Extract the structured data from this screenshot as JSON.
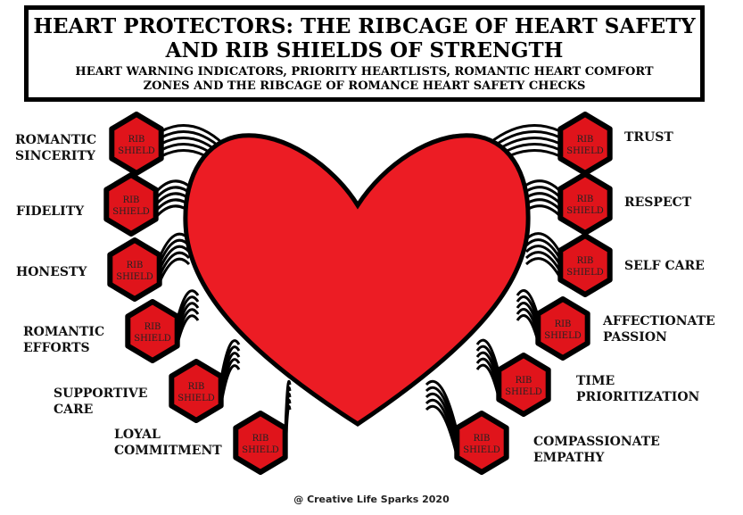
{
  "title": {
    "line1": "HEART PROTECTORS: THE RIBCAGE OF HEART SAFETY",
    "line2": "AND RIB SHIELDS OF STRENGTH",
    "sub1": "HEART WARNING INDICATORS, PRIORITY HEARTLISTS, ROMANTIC HEART COMFORT",
    "sub2": "ZONES AND THE RIBCAGE OF ROMANCE HEART SAFETY CHECKS"
  },
  "shield_text": {
    "line1": "RIB",
    "line2": "SHIELD"
  },
  "left_labels": [
    [
      "ROMANTIC",
      "SINCERITY"
    ],
    [
      "FIDELITY"
    ],
    [
      "HONESTY"
    ],
    [
      "ROMANTIC",
      "EFFORTS"
    ],
    [
      "SUPPORTIVE",
      "CARE"
    ],
    [
      "LOYAL",
      "COMMITMENT"
    ]
  ],
  "right_labels": [
    [
      "TRUST"
    ],
    [
      "RESPECT"
    ],
    [
      "SELF CARE"
    ],
    [
      "AFFECTIONATE",
      "PASSION"
    ],
    [
      "TIME",
      "PRIORITIZATION"
    ],
    [
      "COMPASSIONATE",
      "EMPATHY"
    ]
  ],
  "credit": "@ Creative Life Sparks 2020",
  "colors": {
    "heart": "#ec1c24",
    "shield_fill": "#e0141b",
    "outline": "#000000",
    "shield_text": "#222222"
  }
}
